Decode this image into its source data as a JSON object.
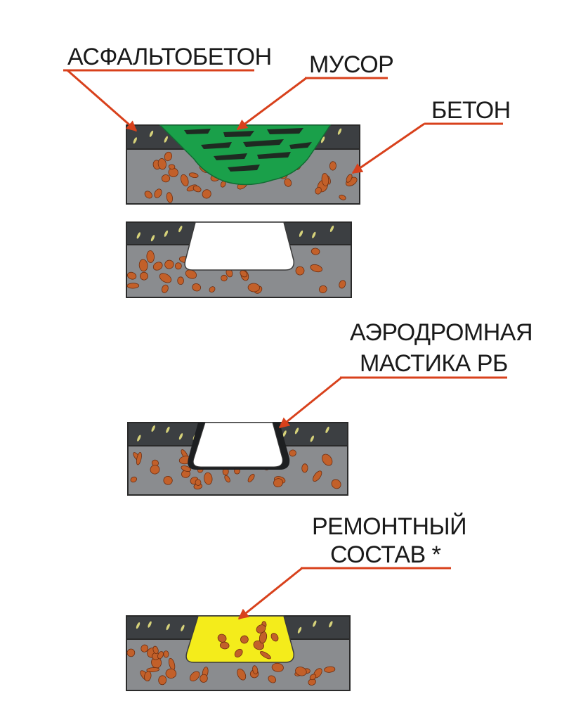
{
  "labels": {
    "asphalt": "АСФАЛЬТОБЕТОН",
    "debris": "МУСОР",
    "concrete": "БЕТОН",
    "mastic_line1": "АЭРОДРОМНАЯ",
    "mastic_line2": "МАСТИКА РБ",
    "repair_line1": "РЕМОНТНЫЙ",
    "repair_line2": "СОСТАВ *"
  },
  "colors": {
    "asphalt": "#3c3f42",
    "concrete": "#8a8c8f",
    "aggregate": "#c2602a",
    "asphalt_speck": "#d6d27a",
    "debris": "#1aa04a",
    "debris_dark": "#1f2a22",
    "cavity": "#ffffff",
    "mastic": "#1d1f21",
    "repair_mix": "#f4ec1b",
    "arrow": "#d8411c",
    "text": "#1a1a1a"
  }
}
